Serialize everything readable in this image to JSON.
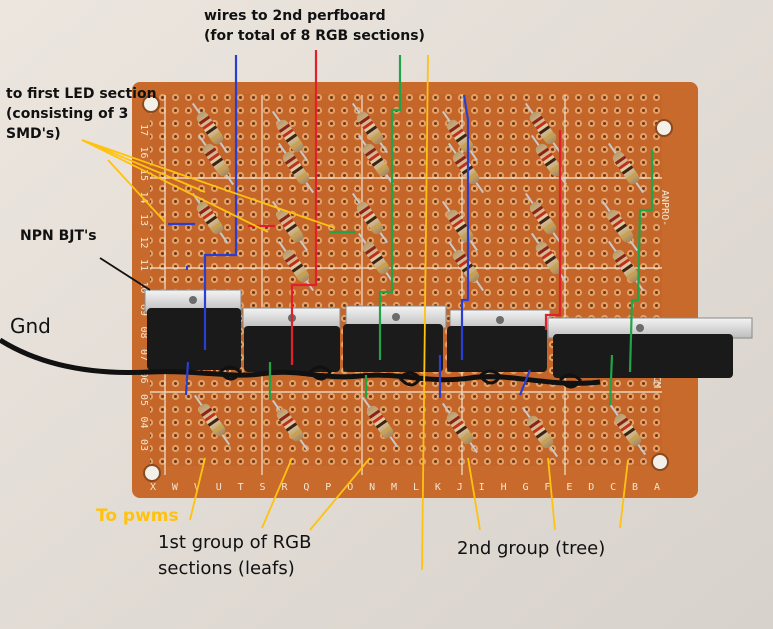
{
  "annotations": {
    "wires_title_1": "wires to 2nd perfboard",
    "wires_title_2": "(for total of 8 RGB sections)",
    "first_led_1": "to first LED section",
    "first_led_2": "(consisting of 3",
    "first_led_3": "SMD's)",
    "npn": "NPN BJT's",
    "gnd": "Gnd",
    "to_pwms": "To pwms",
    "group1_1": "1st group of RGB",
    "group1_2": "sections (leafs)",
    "group2": "2nd group (tree)"
  },
  "board": {
    "brand": "ANPRO-",
    "size": "7CM",
    "row_numbers": [
      "17",
      "16",
      "15",
      "14",
      "13",
      "12",
      "11",
      "10",
      "09",
      "08",
      "07",
      "06",
      "05",
      "04",
      "03"
    ],
    "column_letters": "XWVUTSRQPONMLKJIHGFEDCBA"
  },
  "colors": {
    "pcb": "#c86a2c",
    "annotation_yellow": "#ffc20e",
    "wire_blue": "#2a3fd1",
    "wire_red": "#e0202a",
    "wire_green": "#21a347"
  }
}
